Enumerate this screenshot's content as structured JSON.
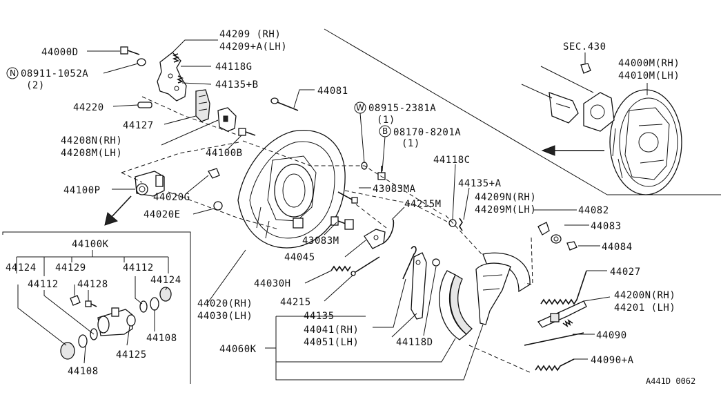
{
  "diagram": {
    "labels": {
      "p44000D": "44000D",
      "p08911": "08911-1052A",
      "p08911_qty": "(2)",
      "p44209_rh": "44209  (RH)",
      "p44209_lh": "44209+A(LH)",
      "p44118G": "44118G",
      "p44135B": "44135+B",
      "p44220": "44220",
      "p44081": "44081",
      "p44127": "44127",
      "p44208N": "44208N(RH)",
      "p44208M": "44208M(LH)",
      "p44100B": "44100B",
      "p08915": "08915-2381A",
      "p08915_qty": "(1)",
      "p08170": "08170-8201A",
      "p08170_qty": "(1)",
      "p44118C": "44118C",
      "p44135A": "44135+A",
      "p44209N": "44209N(RH)",
      "p44209M": "44209M(LH)",
      "p43083MA": "43083MA",
      "p44215M": "44215M",
      "p44100P": "44100P",
      "p44020G": "44020G",
      "p44020E": "44020E",
      "p43083M": "43083M",
      "p44045": "44045",
      "p44030H": "44030H",
      "p44215": "44215",
      "p44020": "44020(RH)",
      "p44030": "44030(LH)",
      "p44135": "44135",
      "p44041": "44041(RH)",
      "p44051": "44051(LH)",
      "p44118D": "44118D",
      "p44060K": "44060K",
      "p44082": "44082",
      "p44083": "44083",
      "p44084": "44084",
      "p44027": "44027",
      "p44200N": "44200N(RH)",
      "p44201": "44201 (LH)",
      "p44090": "44090",
      "p44090A": "44090+A",
      "sec430": "SEC.430",
      "p44000M": "44000M(RH)",
      "p44010M": "44010M(LH)",
      "p44100K": "44100K",
      "p44124a": "44124",
      "p44129": "44129",
      "p44112a": "44112",
      "p44124b": "44124",
      "p44112b": "44112",
      "p44128": "44128",
      "p44108a": "44108",
      "p44125": "44125",
      "p44108b": "44108",
      "diagram_code": "A441D 0062"
    },
    "markers": {
      "n": "N",
      "w": "W",
      "b": "B"
    }
  }
}
